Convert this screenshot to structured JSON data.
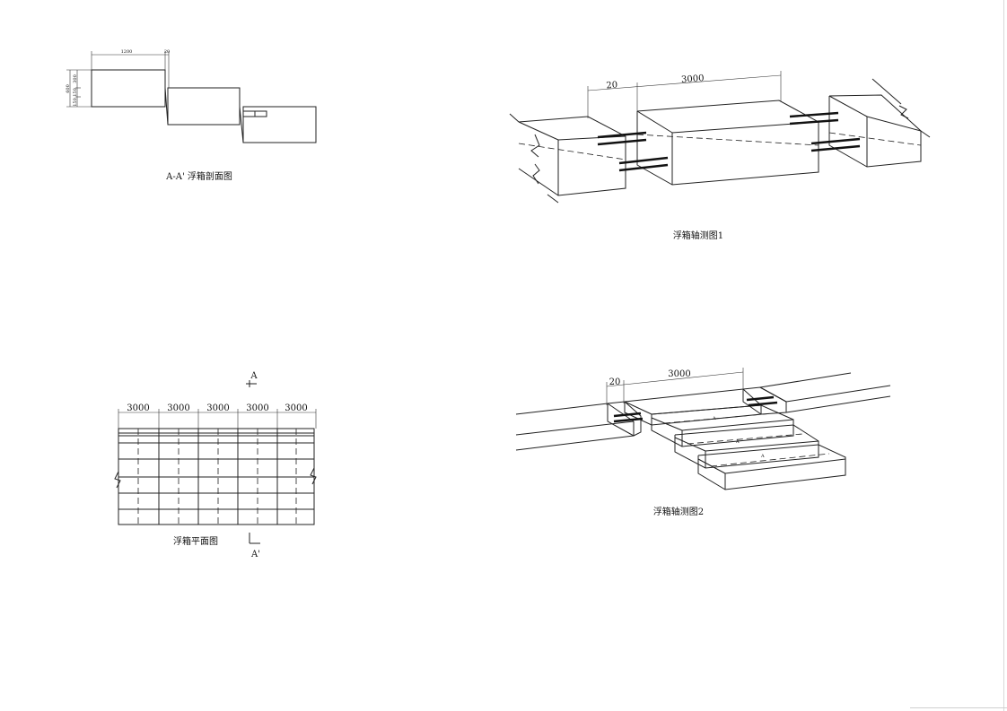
{
  "section_view": {
    "caption": "A-A' 浮箱剖面图",
    "dim_width": "1200",
    "dim_gap": "20",
    "dim_height": "600",
    "dim_parts": [
      "300",
      "150",
      "150"
    ]
  },
  "axonometric_1": {
    "caption": "浮箱轴测图1",
    "dim_gap": "20",
    "dim_length": "3000"
  },
  "plan_view": {
    "caption": "浮箱平面图",
    "dims": [
      "3000",
      "3000",
      "3000",
      "3000",
      "3000"
    ],
    "section_mark_top": "A",
    "section_mark_bottom": "A'"
  },
  "axonometric_2": {
    "caption": "浮箱轴测图2",
    "dim_gap": "20",
    "dim_length": "3000",
    "marks": [
      "A",
      "A",
      "A"
    ]
  }
}
